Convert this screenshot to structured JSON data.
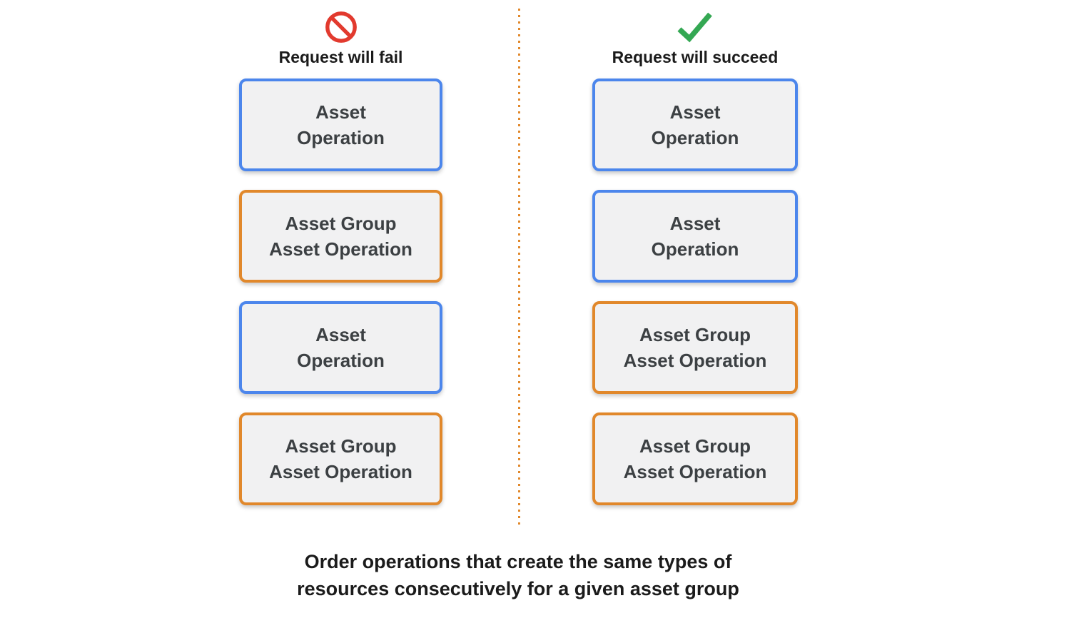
{
  "columns": [
    {
      "id": "fail",
      "icon": "prohibited-icon",
      "title": "Request will fail",
      "boxes": [
        {
          "type": "asset",
          "lines": [
            "Asset",
            "Operation"
          ]
        },
        {
          "type": "asset-group",
          "lines": [
            "Asset Group",
            "Asset Operation"
          ]
        },
        {
          "type": "asset",
          "lines": [
            "Asset",
            "Operation"
          ]
        },
        {
          "type": "asset-group",
          "lines": [
            "Asset Group",
            "Asset Operation"
          ]
        }
      ]
    },
    {
      "id": "succeed",
      "icon": "check-icon",
      "title": "Request will succeed",
      "boxes": [
        {
          "type": "asset",
          "lines": [
            "Asset",
            "Operation"
          ]
        },
        {
          "type": "asset",
          "lines": [
            "Asset",
            "Operation"
          ]
        },
        {
          "type": "asset-group",
          "lines": [
            "Asset Group",
            "Asset Operation"
          ]
        },
        {
          "type": "asset-group",
          "lines": [
            "Asset Group",
            "Asset Operation"
          ]
        }
      ]
    }
  ],
  "caption": {
    "lines": [
      "Order operations that create the same types of",
      "resources consecutively for a given asset group"
    ]
  },
  "colors": {
    "asset_border": "#4C86EC",
    "asset_group_border": "#E1882B",
    "box_background": "#F1F1F2",
    "box_text": "#3C4043",
    "fail_icon": "#E23A2E",
    "succeed_icon": "#34A853",
    "divider": "#E1882B",
    "heading_text": "#1B1B1B"
  }
}
